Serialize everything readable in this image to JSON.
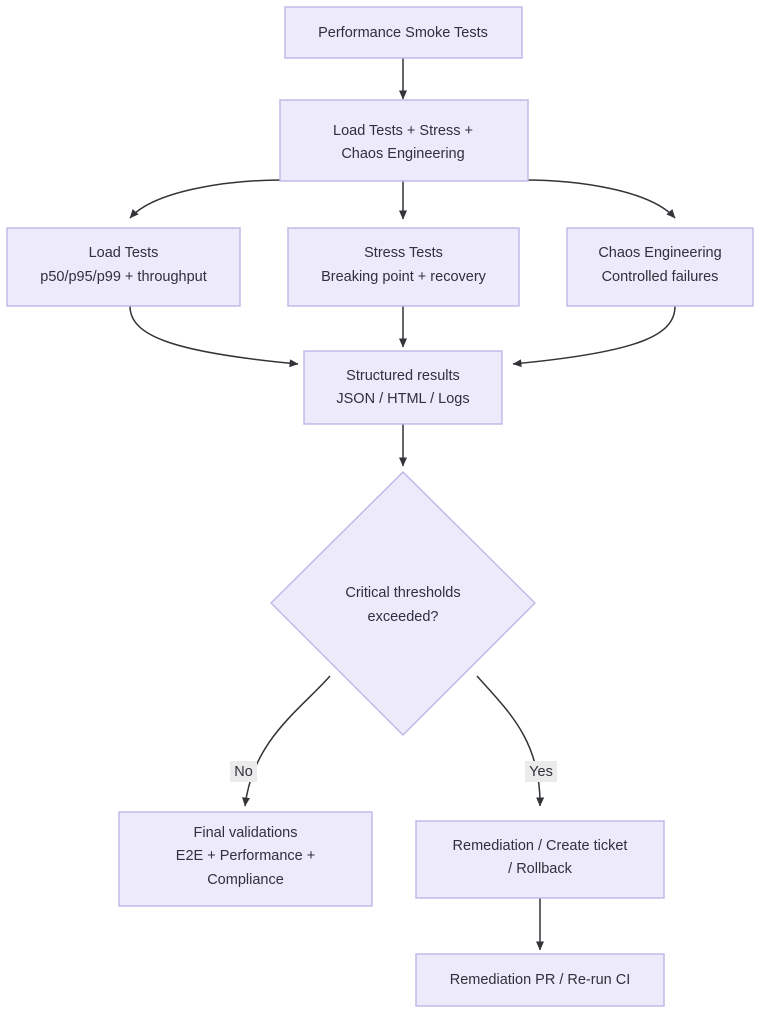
{
  "diagram": {
    "type": "flowchart",
    "direction": "top-to-bottom",
    "background_color": "#ffffff",
    "node_fill_color": "#ECEAFB",
    "node_border_color": "#C2B5E8",
    "edge_color": "#333338",
    "text_color": "#30313a",
    "nodes": [
      {
        "id": "smoke",
        "shape": "rect",
        "lines": [
          "Performance Smoke Tests"
        ]
      },
      {
        "id": "suite",
        "shape": "rect",
        "lines": [
          "Load Tests + Stress +",
          "Chaos Engineering"
        ]
      },
      {
        "id": "load",
        "shape": "rect",
        "lines": [
          "Load Tests",
          "p50/p95/p99 + throughput"
        ]
      },
      {
        "id": "stress",
        "shape": "rect",
        "lines": [
          "Stress Tests",
          "Breaking point + recovery"
        ]
      },
      {
        "id": "chaos",
        "shape": "rect",
        "lines": [
          "Chaos Engineering",
          "Controlled failures"
        ]
      },
      {
        "id": "results",
        "shape": "rect",
        "lines": [
          "Structured results",
          "JSON / HTML / Logs"
        ]
      },
      {
        "id": "decision",
        "shape": "diamond",
        "lines": [
          "Critical thresholds",
          "exceeded?"
        ]
      },
      {
        "id": "final",
        "shape": "rect",
        "lines": [
          "Final validations",
          "E2E + Performance +",
          "Compliance"
        ]
      },
      {
        "id": "remediation",
        "shape": "rect",
        "lines": [
          "Remediation / Create ticket",
          "/ Rollback"
        ]
      },
      {
        "id": "rerun",
        "shape": "rect",
        "lines": [
          "Remediation PR / Re-run CI"
        ]
      }
    ],
    "edge_labels": {
      "no": "No",
      "yes": "Yes"
    }
  }
}
